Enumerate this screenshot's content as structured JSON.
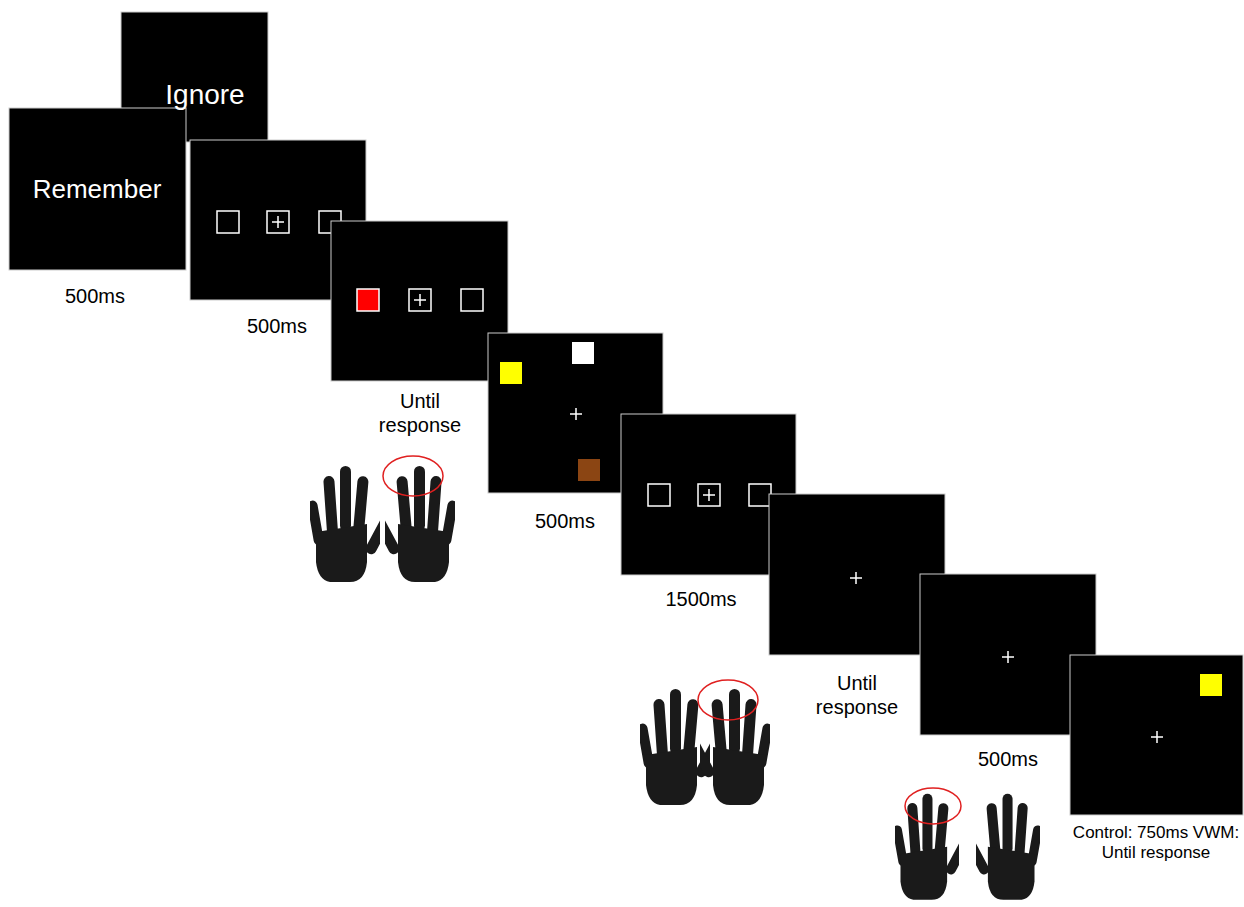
{
  "diagram": {
    "nodes": [
      {
        "text": [
          "Ignore"
        ]
      },
      {
        "text": [
          "Remember",
          "500ms"
        ]
      },
      {
        "text": [
          "500ms"
        ]
      },
      {
        "text": [
          "Until response"
        ]
      },
      {
        "text": [
          "500ms"
        ]
      },
      {
        "text": [
          "1500ms"
        ]
      },
      {
        "text": [
          "Until response"
        ]
      },
      {
        "text": [
          "500ms"
        ]
      },
      {
        "text": [
          "Control: 750ms VWM: Until response"
        ]
      }
    ]
  }
}
